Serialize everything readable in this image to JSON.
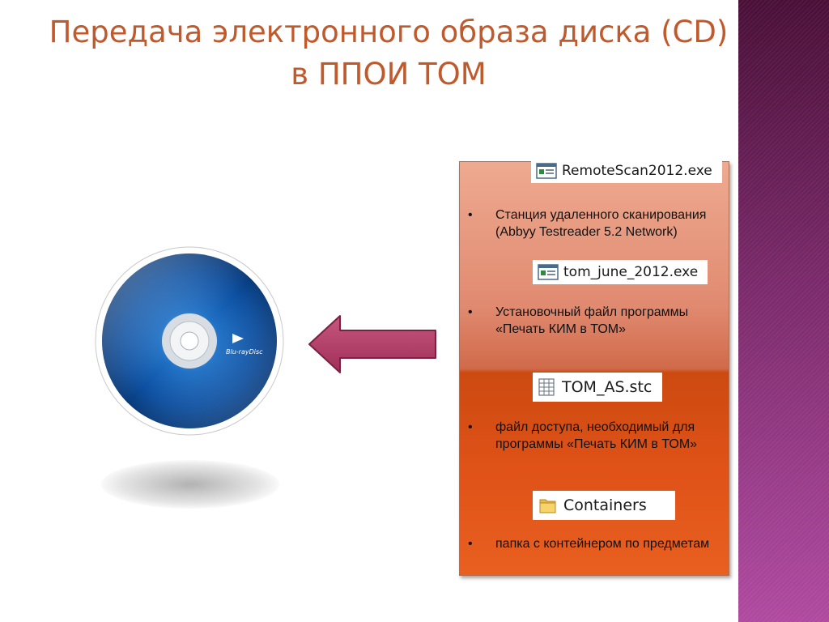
{
  "slide": {
    "title_line1": "Передача электронного образа диска (CD)",
    "title_line2": "в ППОИ ТОМ"
  },
  "disc": {
    "icon": "blu-ray-disc-icon",
    "logo_text": "Blu-rayDisc"
  },
  "arrow": {
    "icon": "arrow-left-icon",
    "color": "#b5426a"
  },
  "panel": {
    "items": [
      {
        "file": "RemoteScan2012.exe",
        "file_icon": "exe-window-icon",
        "bullet": "•",
        "text": "Станция удаленного сканирования (Abbyy Testreader 5.2 Network)"
      },
      {
        "file": "tom_june_2012.exe",
        "file_icon": "exe-window-icon",
        "bullet": "•",
        "text": "Установочный файл программы «Печать КИМ в ТОМ»"
      },
      {
        "file": "TOM_AS.stc",
        "file_icon": "stc-file-icon",
        "bullet": "•",
        "text": "файл доступа, необходимый для программы «Печать КИМ в ТОМ»"
      },
      {
        "file": "Containers",
        "file_icon": "folder-icon",
        "bullet": "•",
        "text": "папка с контейнером по предметам"
      }
    ]
  },
  "colors": {
    "title": "#c05a2c",
    "panel_top": "#eeaa90",
    "panel_bottom": "#e86020",
    "side_strip": "#7a2a6a"
  }
}
